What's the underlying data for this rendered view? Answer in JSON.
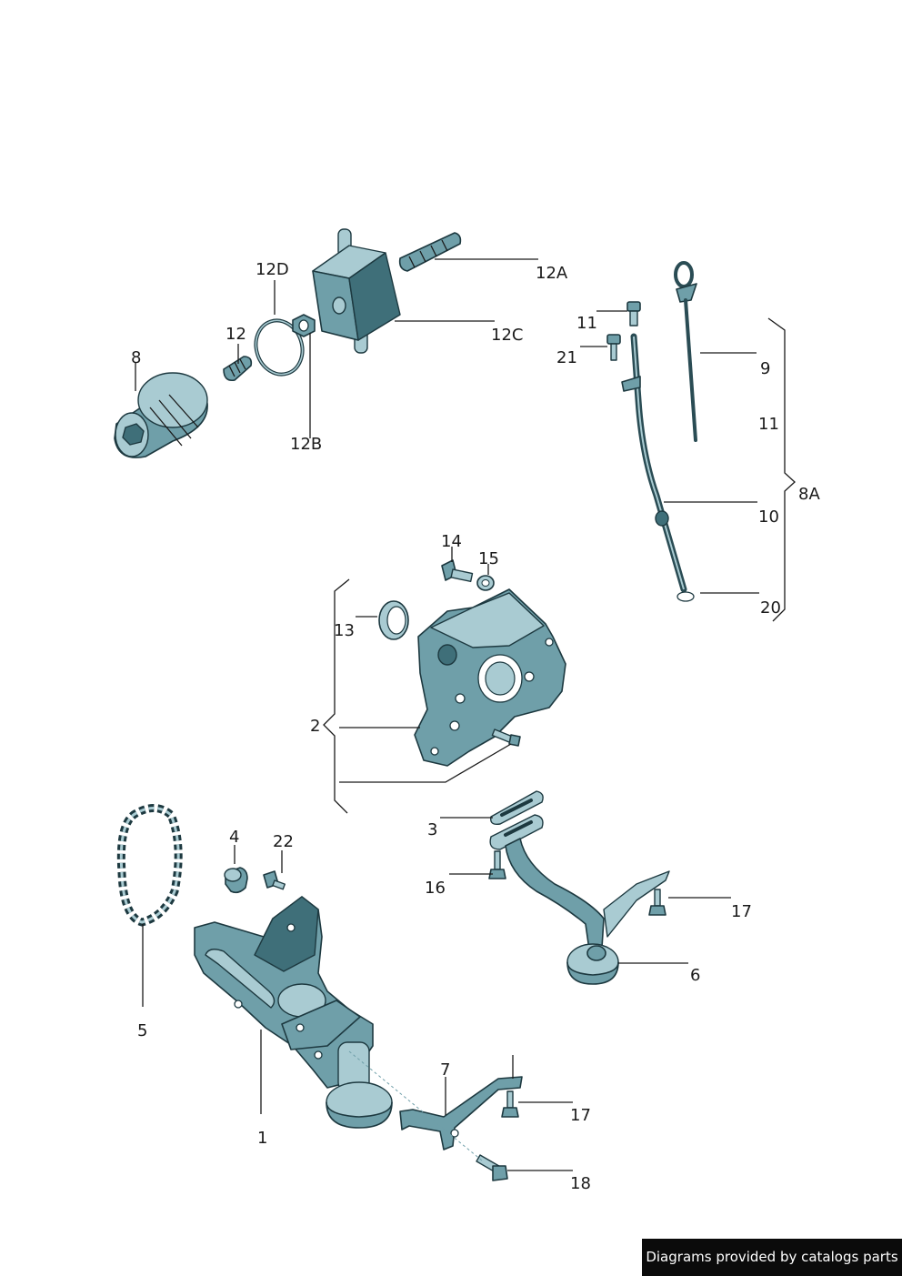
{
  "labels": {
    "p1": "1",
    "p2": "2",
    "p3": "3",
    "p4": "4",
    "p5": "5",
    "p6": "6",
    "p7": "7",
    "p8": "8",
    "p8A": "8A",
    "p9": "9",
    "p10": "10",
    "p11a": "11",
    "p11b": "11",
    "p12": "12",
    "p12A": "12A",
    "p12B": "12B",
    "p12C": "12C",
    "p12D": "12D",
    "p13": "13",
    "p14": "14",
    "p15": "15",
    "p16": "16",
    "p17a": "17",
    "p17b": "17",
    "p18": "18",
    "p20": "20",
    "p21": "21",
    "p22": "22"
  },
  "footer": {
    "text": "Diagrams provided by catalogs parts"
  },
  "colors": {
    "part": "#6f9fa9",
    "outline": "#1d3940",
    "footer_bg": "#0b0b0b"
  }
}
